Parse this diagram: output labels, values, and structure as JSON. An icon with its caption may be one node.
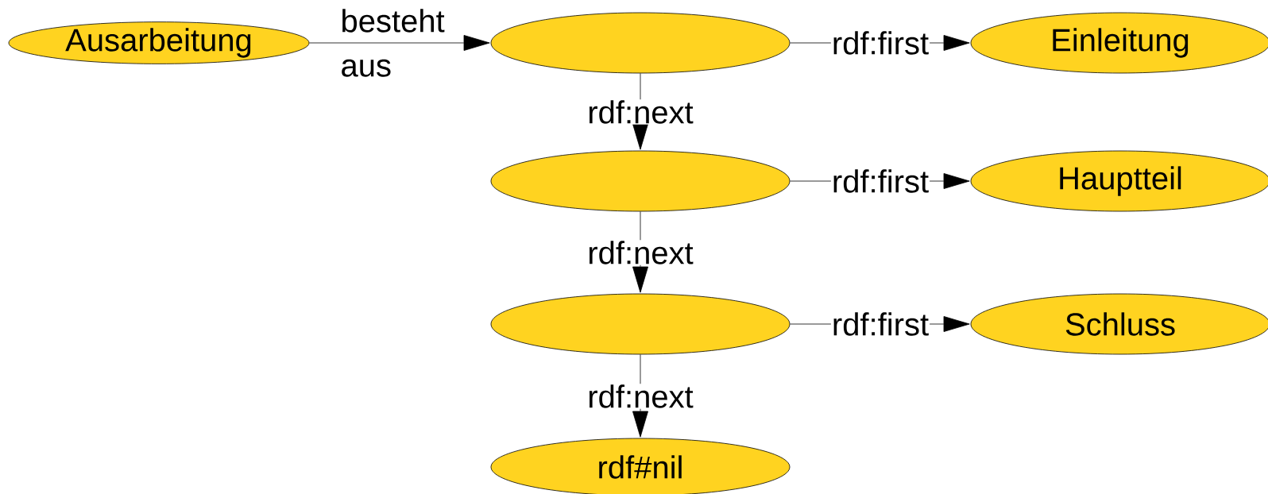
{
  "diagram": {
    "nodes": [
      {
        "text": [
          "Ausarbeitung"
        ]
      },
      {
        "text": [],
        "shape": "ellipse"
      },
      {
        "text": [
          "Einleitung"
        ]
      },
      {
        "text": [],
        "shape": "ellipse"
      },
      {
        "text": [
          "Hauptteil"
        ]
      },
      {
        "text": [],
        "shape": "ellipse"
      },
      {
        "text": [
          "Schluss"
        ]
      },
      {
        "text": [
          "rdf#nil"
        ]
      }
    ],
    "edges": [
      {
        "from": 0,
        "to": 1,
        "arrow": "to",
        "label": "besteht aus"
      },
      {
        "from": 1,
        "to": 2,
        "arrow": "to",
        "label": "rdf:first"
      },
      {
        "from": 1,
        "to": 3,
        "arrow": "to",
        "label": "rdf:next"
      },
      {
        "from": 3,
        "to": 4,
        "arrow": "to",
        "label": "rdf:first"
      },
      {
        "from": 3,
        "to": 5,
        "arrow": "to",
        "label": "rdf:next"
      },
      {
        "from": 5,
        "to": 6,
        "arrow": "to",
        "label": "rdf:first"
      },
      {
        "from": 5,
        "to": 7,
        "arrow": "to",
        "label": "rdf:next"
      }
    ]
  }
}
